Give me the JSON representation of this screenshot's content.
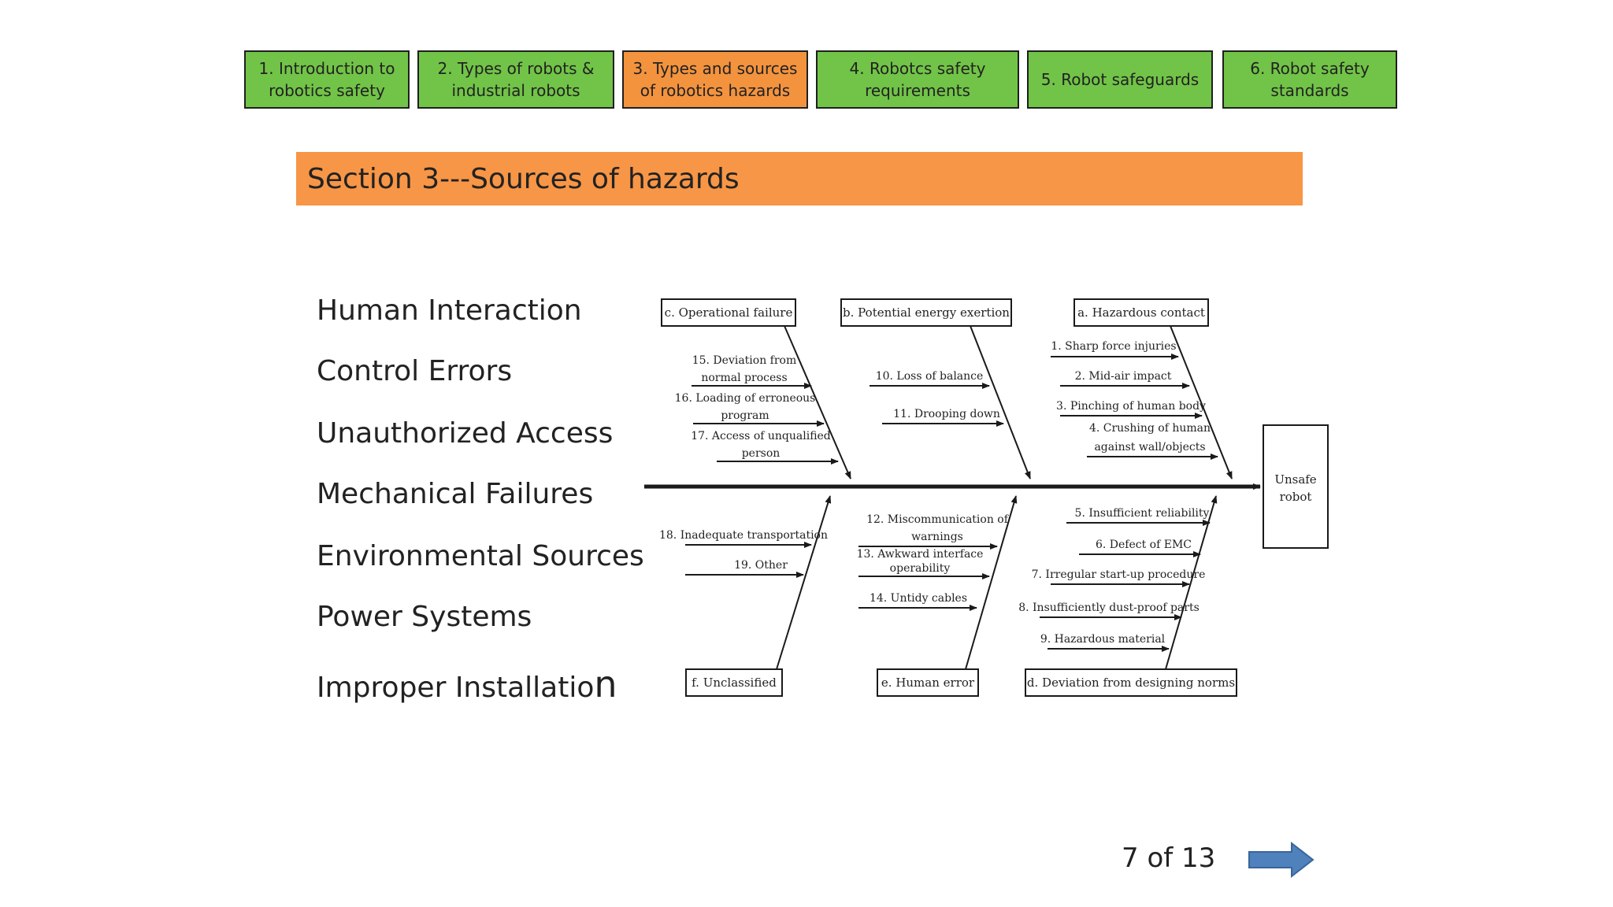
{
  "nav": {
    "tabs": [
      {
        "label": "1. Introduction to\nrobotics safety",
        "active": false
      },
      {
        "label": "2. Types of robots &\nindustrial robots",
        "active": false
      },
      {
        "label": "3. Types and sources\nof robotics hazards",
        "active": true
      },
      {
        "label": "4. Robotcs safety\nrequirements",
        "active": false
      },
      {
        "label": "5. Robot safeguards",
        "active": false
      },
      {
        "label": "6. Robot safety\nstandards",
        "active": false
      }
    ]
  },
  "section_title": "Section  3---Sources of hazards",
  "hazards": [
    "Human Interaction",
    "Control Errors",
    "Unauthorized Access",
    "Mechanical Failures",
    "Environmental Sources",
    "Power Systems"
  ],
  "last_hazard": {
    "main": "Improper Installatio",
    "tail": "n"
  },
  "diagram": {
    "effect": [
      "Unsafe",
      "robot"
    ],
    "categories": {
      "a": "a. Hazardous contact",
      "b": "b. Potential energy exertion",
      "c": "c. Operational failure",
      "d": "d. Deviation from designing norms",
      "e": "e. Human error",
      "f": "f. Unclassified"
    },
    "causes": {
      "c1": "1. Sharp force injuries",
      "c2": "2. Mid-air impact",
      "c3": "3. Pinching of human body",
      "c4a": "4. Crushing of human",
      "c4b": "against wall/objects",
      "c5": "5. Insufficient reliability",
      "c6": "6. Defect of EMC",
      "c7": "7. Irregular start-up procedure",
      "c8": "8. Insufficiently dust-proof parts",
      "c9": "9. Hazardous material",
      "c10": "10. Loss of balance",
      "c11": "11. Drooping down",
      "c12a": "12. Miscommunication of",
      "c12b": "warnings",
      "c13a": "13. Awkward interface",
      "c13b": "operability",
      "c14": "14. Untidy cables",
      "c15a": "15. Deviation from",
      "c15b": "normal process",
      "c16a": "16. Loading of erroneous",
      "c16b": "program",
      "c17a": "17. Access of unqualified",
      "c17b": "person",
      "c18": "18. Inadequate transportation",
      "c19": "19. Other"
    }
  },
  "pager": {
    "text": "7 of 13"
  },
  "colors": {
    "tab_green": "#71c447",
    "tab_active": "#f4933e",
    "banner": "#f79646",
    "arrow": "#4f81bd"
  },
  "icons": {
    "next": "right-arrow-icon"
  }
}
